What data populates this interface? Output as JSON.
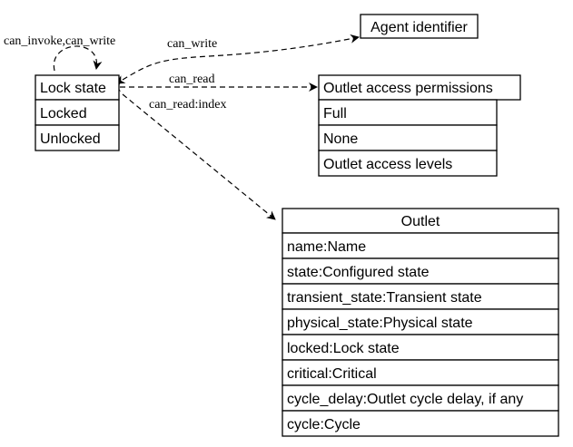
{
  "nodes": {
    "agent_identifier": {
      "rows": [
        "Agent identifier"
      ]
    },
    "lock_state": {
      "rows": [
        "Lock state",
        "Locked",
        "Unlocked"
      ]
    },
    "outlet_access_permissions": {
      "rows": [
        "Outlet access permissions",
        "Full",
        "None",
        "Outlet access levels"
      ]
    },
    "outlet": {
      "rows": [
        "Outlet",
        "name:Name",
        "state:Configured state",
        "transient_state:Transient state",
        "physical_state:Physical state",
        "locked:Lock state",
        "critical:Critical",
        "cycle_delay:Outlet cycle delay, if any",
        "cycle:Cycle"
      ]
    }
  },
  "edges": {
    "self_loop": {
      "label": "can_invoke,can_write"
    },
    "to_agent": {
      "label": "can_write"
    },
    "to_permissions": {
      "label": "can_read"
    },
    "to_outlet": {
      "label": "can_read:index"
    }
  }
}
